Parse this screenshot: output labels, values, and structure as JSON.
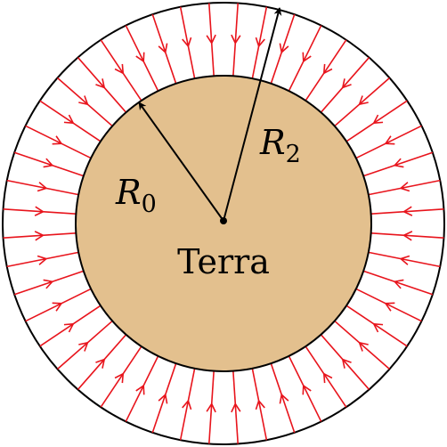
{
  "labels": {
    "earth": "Terra",
    "inner_radius": {
      "symbol": "R",
      "subscript": "0"
    },
    "outer_radius": {
      "symbol": "R",
      "subscript": "2"
    }
  },
  "field_lines": {
    "count": 48,
    "direction": "inward"
  },
  "colors": {
    "earth_fill": "#E3C08E",
    "field_lines": "#E8141C",
    "outline": "#000000",
    "background": "#FFFFFF"
  }
}
